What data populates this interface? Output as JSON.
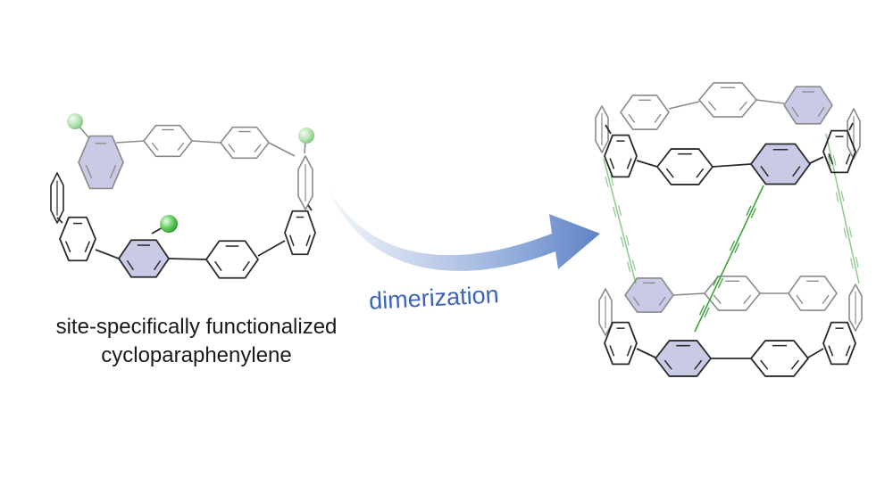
{
  "labels": {
    "monomer_caption_line1": "site-specifically functionalized",
    "monomer_caption_line2": "cycloparaphenylene",
    "arrow_label": "dimerization"
  },
  "colors": {
    "background": "#ffffff",
    "ring_dark": "#2a2a2a",
    "ring_gray": "#8a8a8a",
    "highlight_fill": "#c9cbe6",
    "functional_sphere": "#4fbf4f",
    "alkyne_linker": "#3ba43b",
    "arrow_gradient_start": "#f2f5fb",
    "arrow_gradient_end": "#5f83c6",
    "label_color": "#3d64b4"
  },
  "icons": {
    "monomer": "cycloparaphenylene-nanohoop",
    "reaction": "curved-arrow",
    "product": "alkyne-linked-nanohoop-dimer"
  }
}
